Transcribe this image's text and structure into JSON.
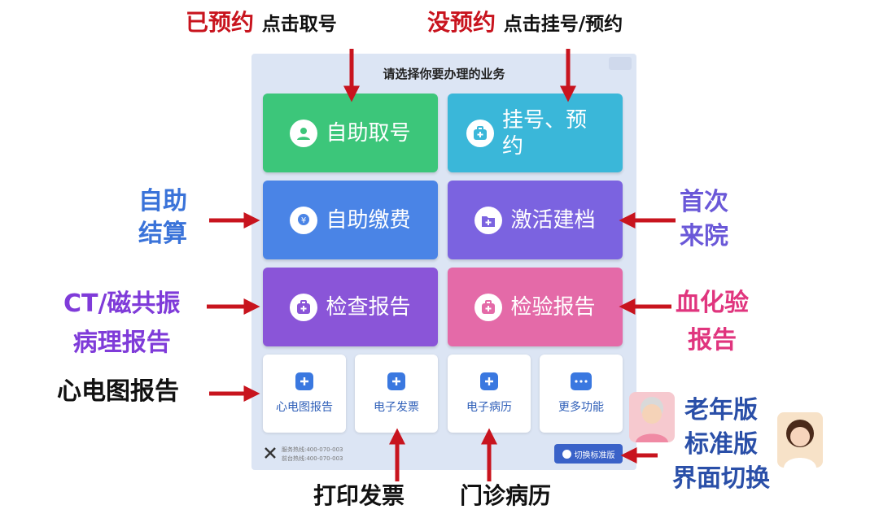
{
  "panel": {
    "title": "请选择你要办理的业务",
    "buttons": [
      {
        "label": "自助取号",
        "icon": "user-circle-icon",
        "color": "#3cc67a"
      },
      {
        "label": "挂号、预约",
        "icon": "medical-kit-icon",
        "color": "#3ab7d9"
      },
      {
        "label": "自助缴费",
        "icon": "yuan-pay-icon",
        "color": "#4a84e6"
      },
      {
        "label": "激活建档",
        "icon": "folder-plus-icon",
        "color": "#7b63e0"
      },
      {
        "label": "检查报告",
        "icon": "medical-kit-icon",
        "color": "#8a55d8"
      },
      {
        "label": "检验报告",
        "icon": "medical-kit-icon",
        "color": "#e46aa8"
      }
    ],
    "small_buttons": [
      {
        "label": "心电图报告",
        "icon": "medical-kit-icon"
      },
      {
        "label": "电子发票",
        "icon": "medical-kit-icon"
      },
      {
        "label": "电子病历",
        "icon": "medical-kit-icon"
      },
      {
        "label": "更多功能",
        "icon": "more-dots-icon"
      }
    ],
    "hotline": {
      "service": "服务热线:400-070-003",
      "desk": "前台热线:400-070-003"
    },
    "switch_label": "切换标准版"
  },
  "annotations": {
    "top_left": {
      "prefix": "已预约",
      "text": "点击取号"
    },
    "top_right": {
      "prefix": "没预约",
      "text": "点击挂号/预约"
    },
    "left": [
      {
        "lines": [
          "自助",
          "结算"
        ]
      },
      {
        "lines": [
          "CT/磁共振",
          "病理报告"
        ]
      },
      {
        "lines": [
          "心电图报告"
        ]
      }
    ],
    "right": [
      {
        "lines": [
          "首次",
          "来院"
        ]
      },
      {
        "lines": [
          "血化验",
          "报告"
        ]
      }
    ],
    "bottom": [
      "打印发票",
      "门诊病历"
    ],
    "versions": [
      "老年版",
      "标准版",
      "界面切换"
    ]
  },
  "colors": {
    "arrow": "#c8141e"
  }
}
